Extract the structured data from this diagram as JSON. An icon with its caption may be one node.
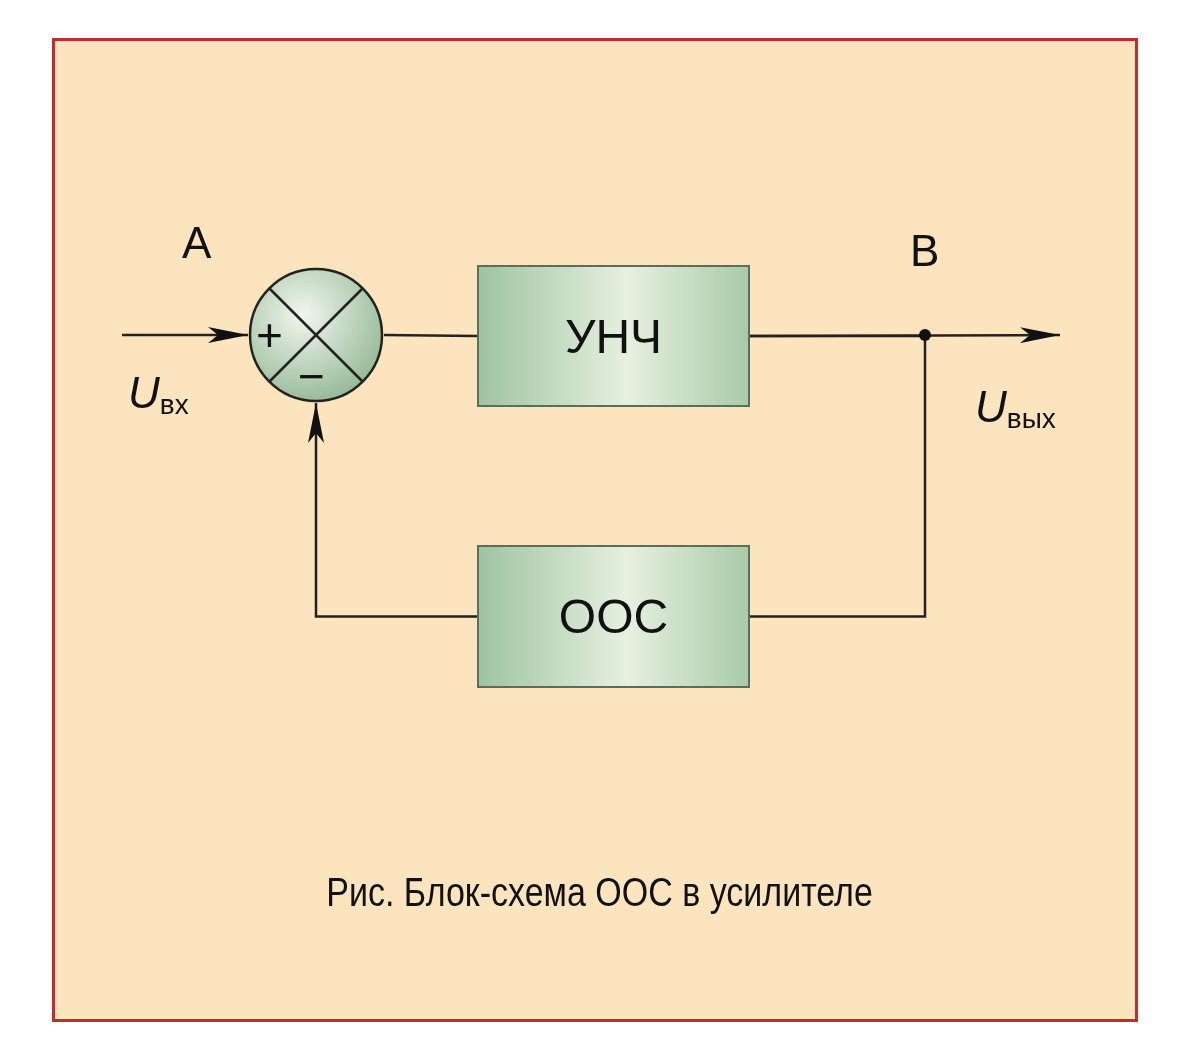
{
  "diagram": {
    "caption": "Рис. Блок-схема ООС в усилителе",
    "nodes": [
      {
        "text": [
          "+",
          "−"
        ]
      },
      {
        "text": [
          "УНЧ"
        ]
      },
      {
        "text": [
          "ООС"
        ]
      }
    ],
    "edges": [
      {
        "from": null,
        "to": 0,
        "arrow": "to"
      },
      {
        "from": 0,
        "to": 1,
        "arrow": "none"
      },
      {
        "from": 1,
        "to": null,
        "arrow": "to"
      },
      {
        "from": 1,
        "to": 2,
        "arrow": "none"
      },
      {
        "from": 2,
        "to": 0,
        "arrow": "to"
      }
    ],
    "labels": [
      "A",
      "B",
      "*U*$_{вх}$",
      "*U*$_{вых}$"
    ]
  }
}
